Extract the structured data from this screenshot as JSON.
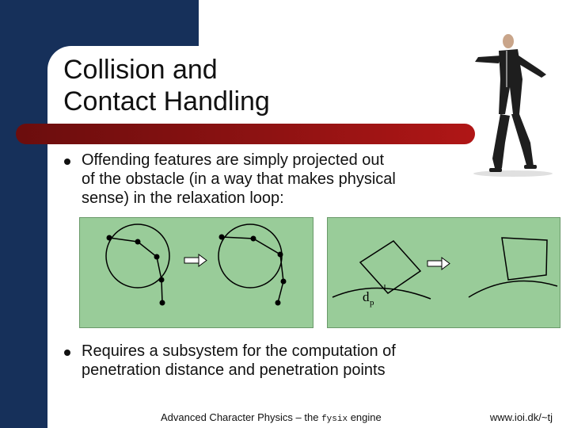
{
  "slide": {
    "title_line1": "Collision and",
    "title_line2": "Contact Handling",
    "bullets": [
      {
        "lines": [
          "Offending features are simply projected out",
          "of the obstacle (in a way that makes physical",
          "sense) in the relaxation loop:"
        ]
      },
      {
        "lines": [
          "Requires a subsystem for the computation of",
          "penetration distance and penetration points"
        ]
      }
    ],
    "diagram": {
      "label_d": "d",
      "label_p": "p"
    },
    "footer": {
      "text_before": "Advanced Character Physics – the ",
      "fysix": "fysix",
      "text_after": " engine",
      "url": "www.ioi.dk/~tj"
    }
  },
  "colors": {
    "navy": "#16305a",
    "panel_green": "#99cc99",
    "title_bar_red": "#8e1212"
  }
}
